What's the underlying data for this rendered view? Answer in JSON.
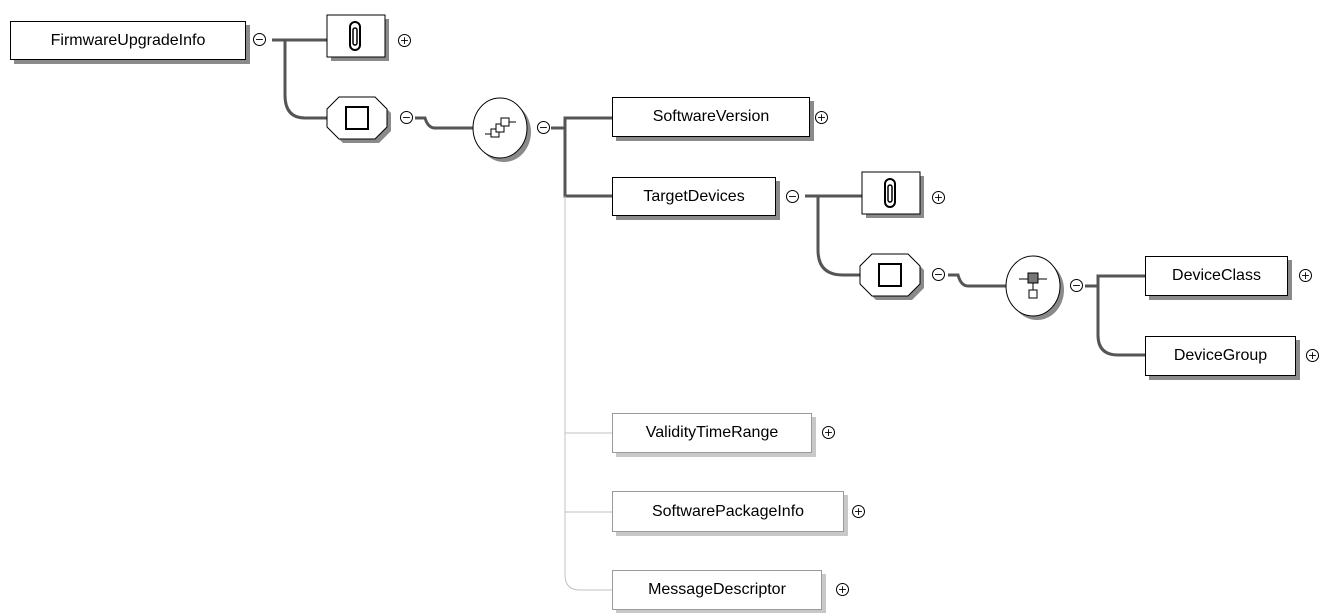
{
  "colors": {
    "required_line": "#555555",
    "optional_line": "#c0c0c0",
    "border": "#000000",
    "optional_border": "#9a9a9a",
    "shadow": "#8a8a8a"
  },
  "icons": {
    "attribute": "paperclip-icon",
    "complex_type": "square-icon",
    "all_compositor": "all-compositor-icon",
    "sequence_compositor": "sequence-compositor-icon",
    "expand": "plus-circle-icon",
    "collapse": "minus-circle-icon"
  },
  "nodes": {
    "root": "FirmwareUpgradeInfo",
    "software_version": "SoftwareVersion",
    "target_devices": "TargetDevices",
    "device_class": "DeviceClass",
    "device_group": "DeviceGroup",
    "validity_time_range": "ValidityTimeRange",
    "software_package_info": "SoftwarePackageInfo",
    "message_descriptor": "MessageDescriptor"
  },
  "toggles": {
    "expand": "+",
    "collapse": "−"
  }
}
